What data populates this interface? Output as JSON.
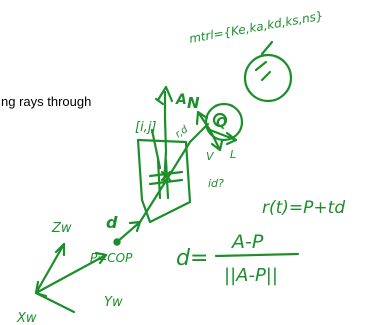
{
  "colors": {
    "ink": "#1c8f2b",
    "text": "#000000",
    "background": "#ffffff"
  },
  "printed_text": {
    "fragment": "ng rays through"
  },
  "annotations": {
    "material": "mtrl={Ke,ka,kd,ks,ns}",
    "normal_label": "N",
    "light_label": "L",
    "view_label": "V",
    "pixel_label": "[i,j]",
    "direction_label": "d",
    "origin_label": "P=COP",
    "point_label": "A",
    "hit_label": "Q",
    "z_axis": "Zw",
    "x_axis": "Xw",
    "y_axis": "Yw",
    "ray_equation": "r(t)=P+td",
    "formula_lhs": "d=",
    "formula_num": "A-P",
    "formula_den": "||A-P||",
    "scribble_a": "r,d",
    "scribble_b": "id?"
  }
}
